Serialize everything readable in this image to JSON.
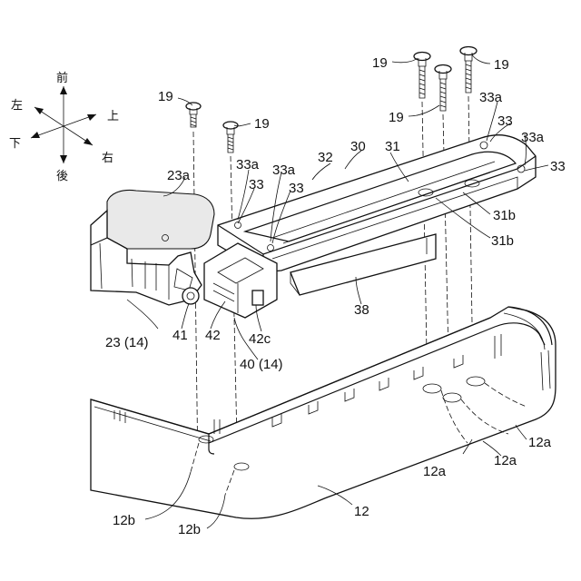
{
  "directions": {
    "front": "前",
    "rear": "後",
    "left": "左",
    "right": "右",
    "up": "上",
    "down": "下"
  },
  "labels": {
    "screw": "19",
    "l23a": "23a",
    "l33a": "33a",
    "l33": "33",
    "l32": "32",
    "l30": "30",
    "l31": "31",
    "l31b": "31b",
    "l38": "38",
    "l23": "23 (14)",
    "l41": "41",
    "l42": "42",
    "l42c": "42c",
    "l40": "40 (14)",
    "l12": "12",
    "l12a": "12a",
    "l12b": "12b"
  }
}
